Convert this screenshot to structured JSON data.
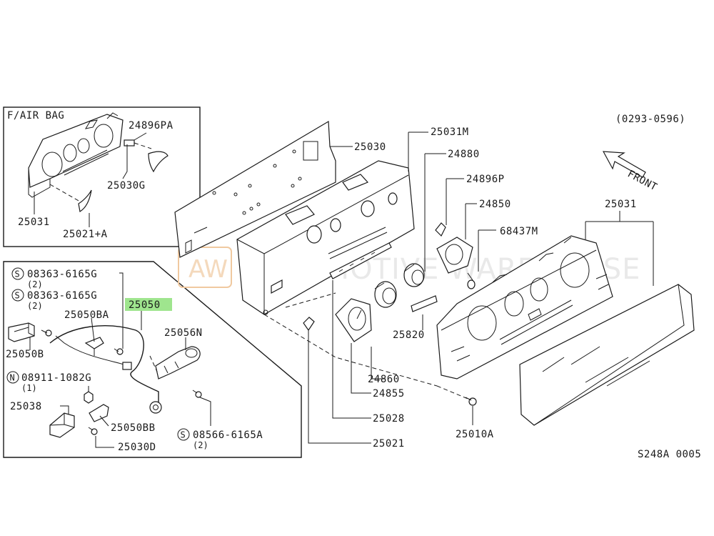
{
  "header": {
    "date_range": "(0293-0596)",
    "front_label": "FRONT",
    "footer_code": "S248A 0005"
  },
  "watermark": {
    "logo": "AW",
    "text": "AUTOMOTIVE WAREHOUSE"
  },
  "inset_airbag": {
    "title": "F/AIR BAG",
    "labels": {
      "p24896pa": "24896PA",
      "p25030g": "25030G",
      "p25031": "25031",
      "p25021a": "25021+A"
    }
  },
  "inset_harness": {
    "highlight_label": "25050",
    "labels": {
      "s1": "08363-6165G",
      "s1_qty": "(2)",
      "s2": "08363-6165G",
      "s2_qty": "(2)",
      "p25050ba": "25050BA",
      "p25050b": "25050B",
      "n1": "08911-1082G",
      "n1_qty": "(1)",
      "p25056n": "25056N",
      "p25038": "25038",
      "p25050bb": "25050BB",
      "p25030d": "25030D",
      "s3": "08566-6165A",
      "s3_qty": "(2)",
      "circ_s": "S",
      "circ_n": "N"
    }
  },
  "main_labels": {
    "p25030": "25030",
    "p25031m": "25031M",
    "p24880": "24880",
    "p24896p": "24896P",
    "p24850": "24850",
    "p68437m": "68437M",
    "p25031": "25031",
    "p25820": "25820",
    "p24860": "24860",
    "p24855": "24855",
    "p25028": "25028",
    "p25021": "25021",
    "p25010a": "25010A"
  }
}
